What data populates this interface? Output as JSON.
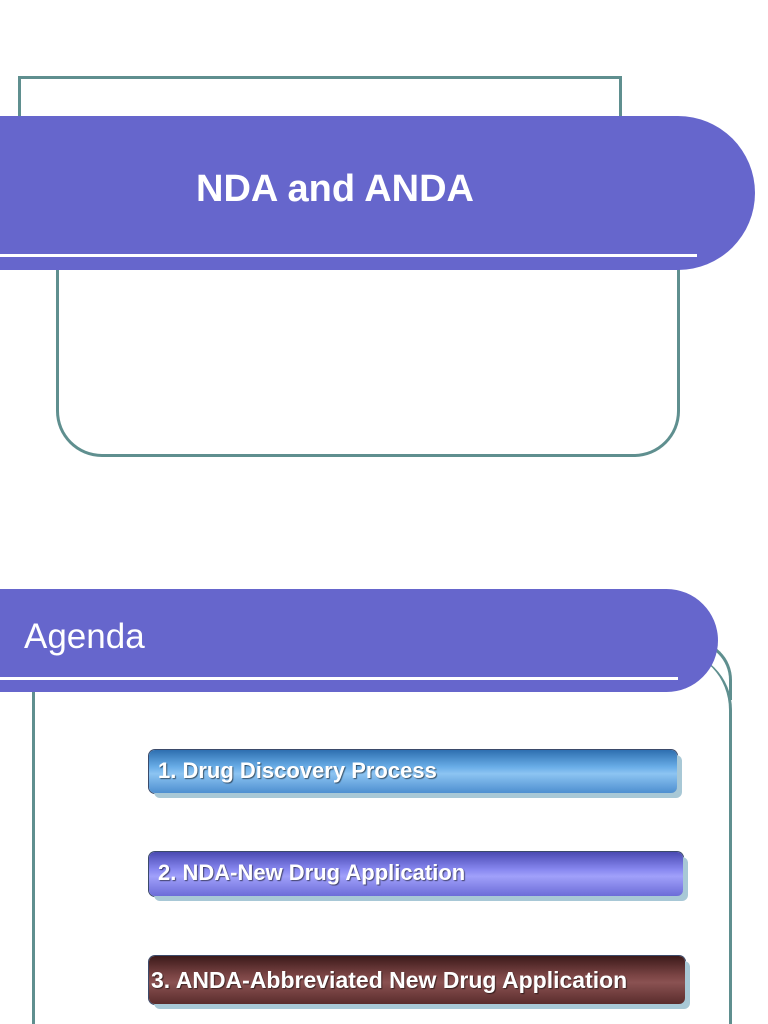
{
  "slide1": {
    "title": "NDA and ANDA"
  },
  "slide2": {
    "title": "Agenda",
    "items": [
      {
        "label": "1. Drug Discovery Process"
      },
      {
        "label": "2. NDA-New Drug Application"
      },
      {
        "label": "3. ANDA-Abbreviated New Drug Application"
      }
    ]
  },
  "colors": {
    "title_band": "#6666cc",
    "frame": "#5f8f8f",
    "item_1": "#5a9ee0",
    "item_2": "#8080e8",
    "item_3": "#6a3a3a"
  }
}
